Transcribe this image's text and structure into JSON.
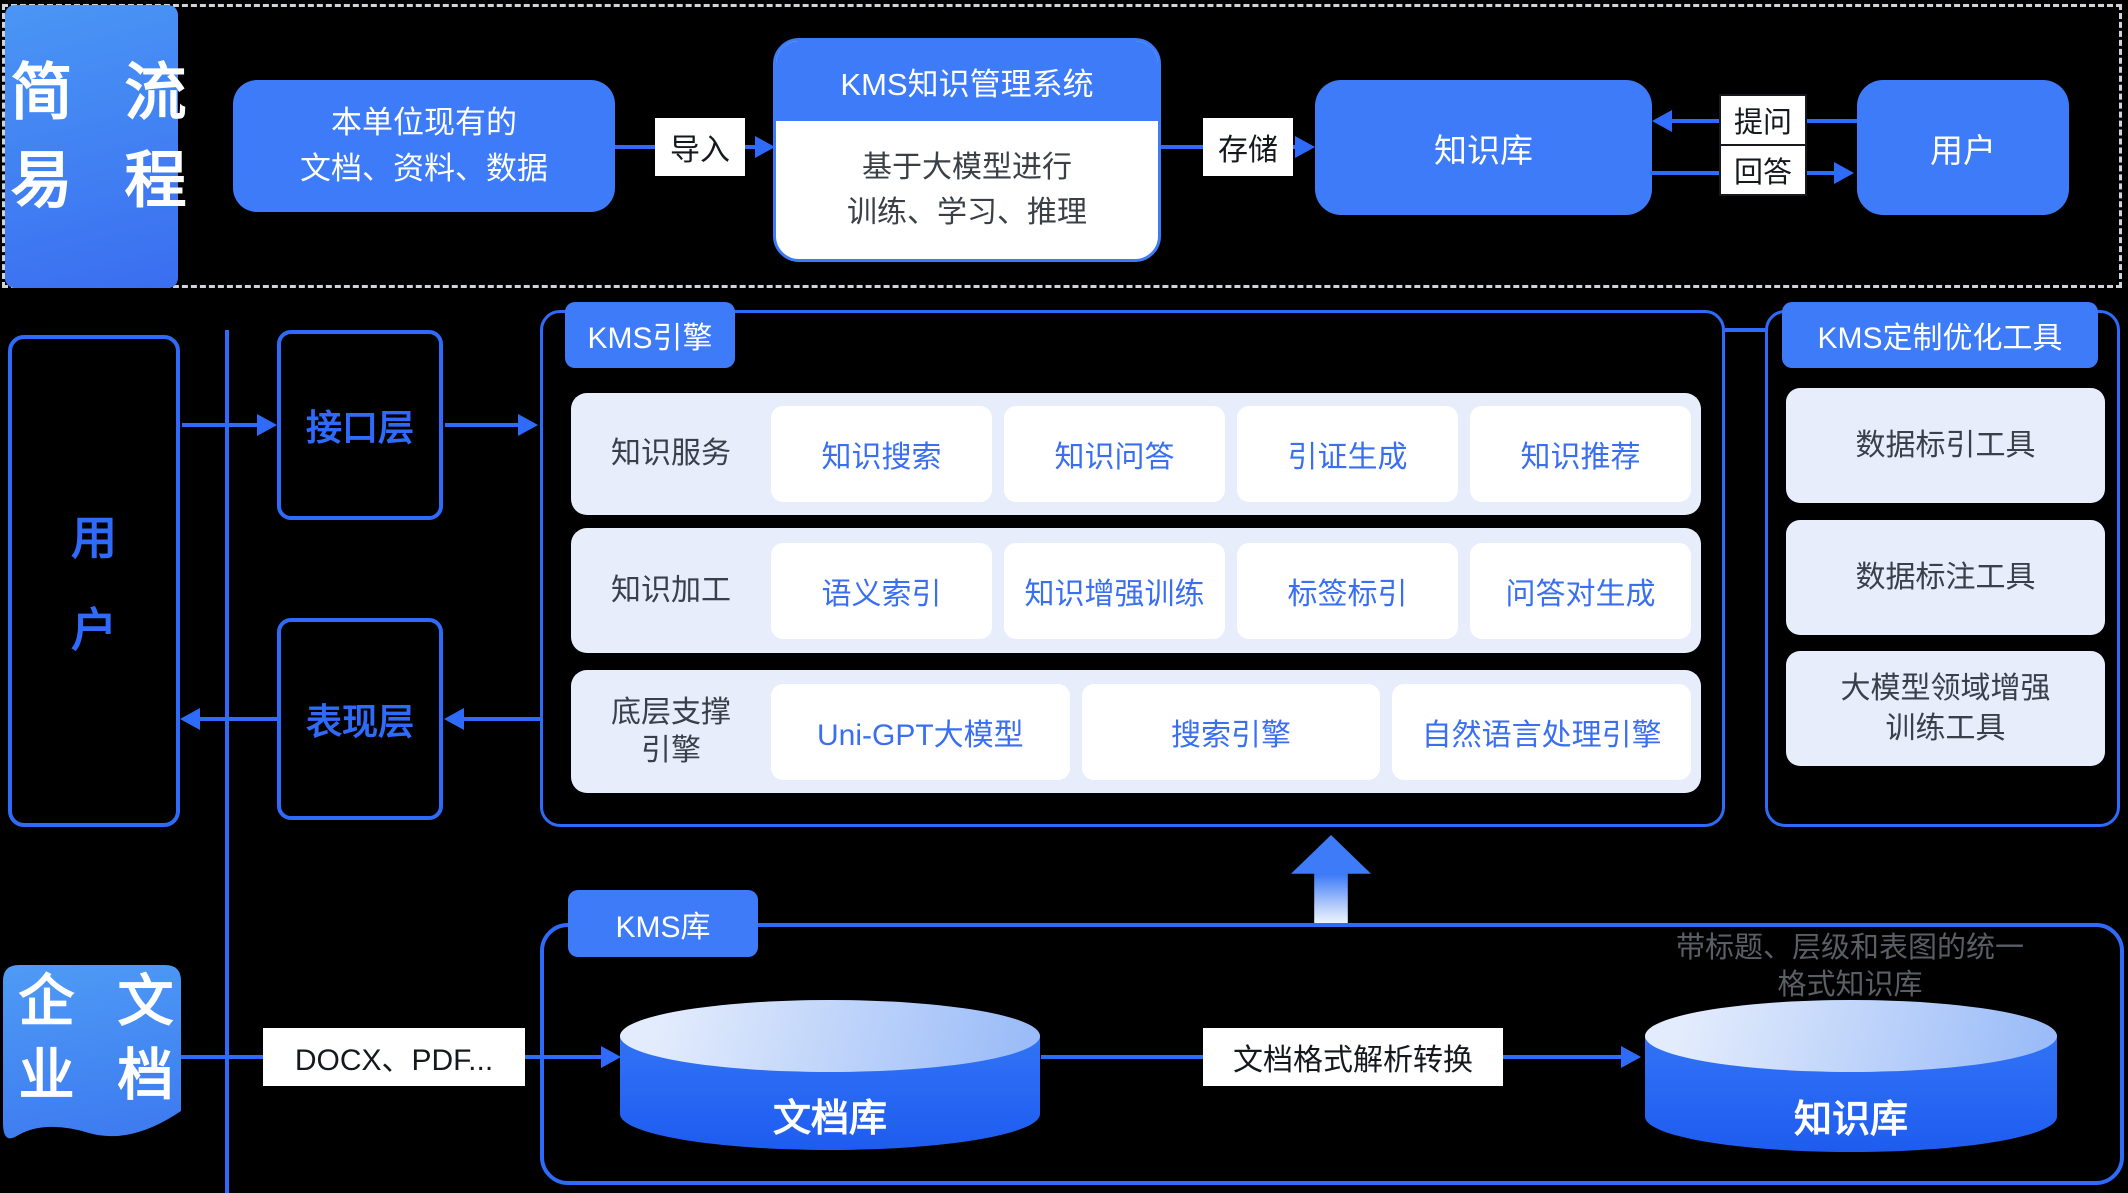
{
  "colors": {
    "background": "#000000",
    "accent_blue": "#3D7BF8",
    "line_blue": "#2F6BFA",
    "card_text_blue": "#3A6FF2",
    "row_bg": "#E8EDFB",
    "dark_label": "#3A4049",
    "caption_gray": "#5a5f66",
    "dashed_border": "#cfd3da"
  },
  "top": {
    "banner": {
      "label": "简易流程",
      "columns": [
        "简易",
        "流程"
      ]
    },
    "source_box": {
      "lines": [
        "本单位现有的",
        "文档、资料、数据"
      ]
    },
    "import_label": "导入",
    "kms_box": {
      "title": "KMS知识管理系统",
      "body_lines": [
        "基于大模型进行",
        "训练、学习、推理"
      ]
    },
    "store_label": "存储",
    "kb_box_label": "知识库",
    "user_box_label": "用户",
    "ask_label": "提问",
    "answer_label": "回答"
  },
  "middle": {
    "user_box": {
      "label": "用户",
      "chars": [
        "用",
        "户"
      ]
    },
    "interface_layer": "接口层",
    "presentation_layer": "表现层",
    "engine": {
      "badge": "KMS引擎",
      "rows": [
        {
          "label": "知识服务",
          "cards": [
            "知识搜索",
            "知识问答",
            "引证生成",
            "知识推荐"
          ]
        },
        {
          "label": "知识加工",
          "cards": [
            "语义索引",
            "知识增强训练",
            "标签标引",
            "问答对生成"
          ]
        },
        {
          "label_lines": [
            "底层支撑",
            "引擎"
          ],
          "cards": [
            "Uni-GPT大模型",
            "搜索引擎",
            "自然语言处理引擎"
          ]
        }
      ]
    },
    "tools_panel": {
      "badge": "KMS定制优化工具",
      "cards": [
        {
          "lines": [
            "数据标引工具"
          ]
        },
        {
          "lines": [
            "数据标注工具"
          ]
        },
        {
          "lines": [
            "大模型领域增强",
            "训练工具"
          ]
        }
      ]
    }
  },
  "bottom": {
    "doc_badge": {
      "label": "企业文档",
      "columns": [
        "企业",
        "文档"
      ]
    },
    "formats_label": "DOCX、PDF...",
    "kms_lib_badge": "KMS库",
    "doc_lib_label": "文档库",
    "convert_label": "文档格式解析转换",
    "kb_lib_label": "知识库",
    "kb_caption_lines": [
      "带标题、层级和表图的统一",
      "格式知识库"
    ]
  }
}
